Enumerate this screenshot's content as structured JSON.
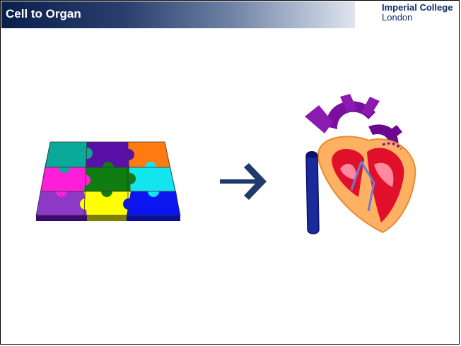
{
  "slide": {
    "title": "Cell to Organ",
    "logo": {
      "line1": "Imperial College",
      "line2": "London"
    }
  },
  "graphics": {
    "puzzle_icon": "jigsaw-puzzle-icon",
    "arrow_icon": "right-arrow-icon",
    "heart_icon": "heart-diagram-icon",
    "title_bar_colors": [
      "#0a1f4a",
      "#6f82a6",
      "#dfe5ef"
    ],
    "arrow_color": "#1f3a6b",
    "puzzle_colors": [
      "#0aa99a",
      "#5a0fa6",
      "#ff7a10",
      "#ff1fd8",
      "#0f7d12",
      "#12e4f0",
      "#8c39c8",
      "#ffff00",
      "#0b15f0"
    ]
  }
}
